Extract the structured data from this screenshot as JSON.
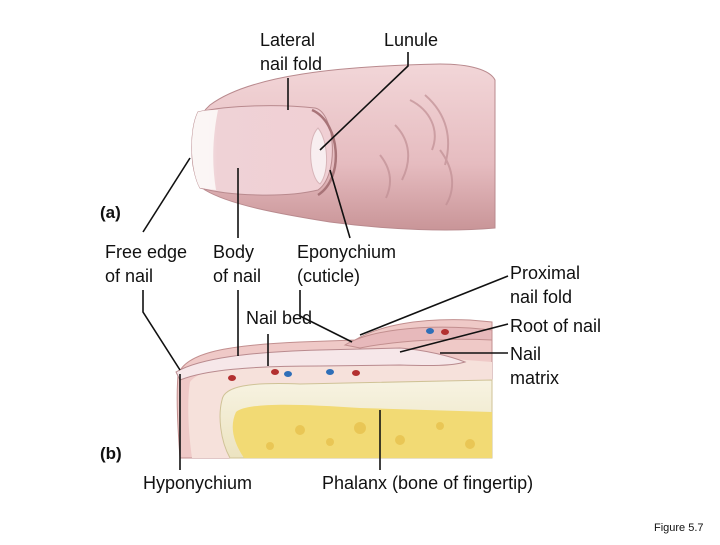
{
  "part_labels": {
    "a": "(a)",
    "b": "(b)"
  },
  "labels": {
    "lateral_nail_fold": "Lateral\nnail fold",
    "lunule": "Lunule",
    "free_edge": "Free edge\nof nail",
    "body_of_nail": "Body\nof nail",
    "eponychium": "Eponychium\n(cuticle)",
    "nail_bed": "Nail bed",
    "proximal_nail_fold": "Proximal\nnail fold",
    "root_of_nail": "Root of nail",
    "nail_matrix": "Nail\nmatrix",
    "hyponychium": "Hyponychium",
    "phalanx": "Phalanx (bone of fingertip)"
  },
  "figure_caption": "Figure 5.7",
  "colors": {
    "skin": "#e9c3c6",
    "skin_shadow": "#c9989c",
    "nail": "#f3dde0",
    "bone": "#f4eed3",
    "marrow": "#f2dc78",
    "leader": "#111111"
  }
}
